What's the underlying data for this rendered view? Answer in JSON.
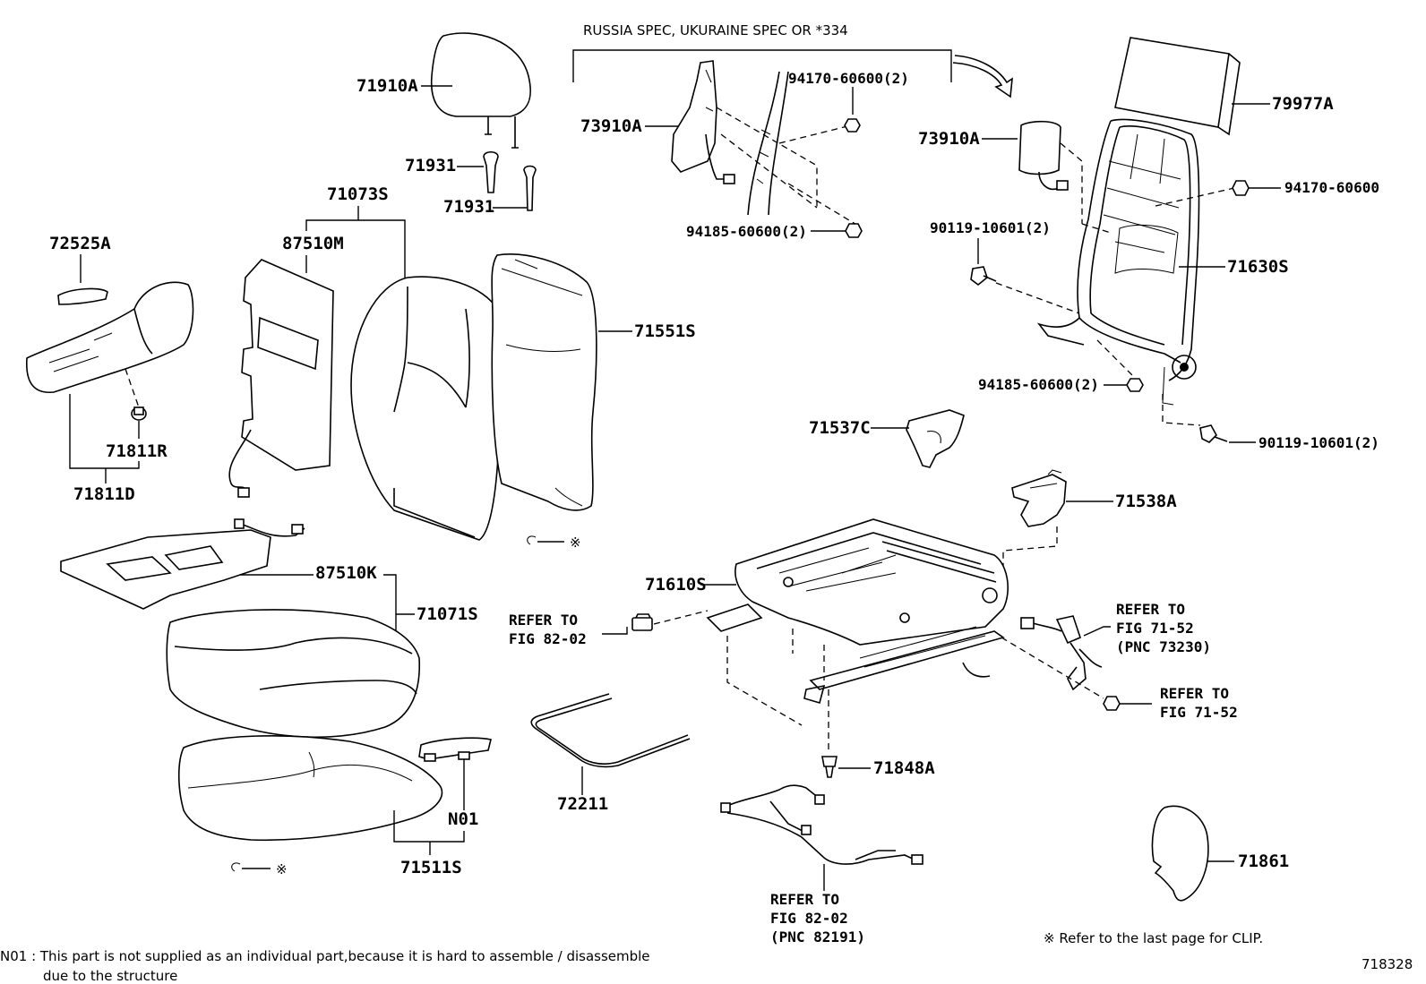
{
  "header": {
    "spec_note": "RUSSIA SPEC, UKURAINE SPEC OR *334"
  },
  "parts": {
    "p71910A": "71910A",
    "p71931a": "71931",
    "p71931b": "71931",
    "p71073S": "71073S",
    "p87510M": "87510M",
    "p72525A": "72525A",
    "p71811R": "71811R",
    "p71811D": "71811D",
    "p71551S": "71551S",
    "p73910A_left": "73910A",
    "p94170_60600_2": "94170-60600(2)",
    "p94185_60600_2_top": "94185-60600(2)",
    "p73910A_right": "73910A",
    "p79977A": "79977A",
    "p94170_60600": "94170-60600",
    "p90119_10601_2_top": "90119-10601(2)",
    "p71630S": "71630S",
    "p94185_60600_2_right": "94185-60600(2)",
    "p71537C": "71537C",
    "p90119_10601_2_bottom": "90119-10601(2)",
    "p71538A": "71538A",
    "p71610S": "71610S",
    "p87510K": "87510K",
    "p71071S": "71071S",
    "pN01": "N01",
    "p71511S": "71511S",
    "p72211": "72211",
    "p71848A": "71848A",
    "p71861": "71861"
  },
  "refs": {
    "fig8202_left_1": "REFER TO",
    "fig8202_left_2": "FIG 82-02",
    "fig7152_pnc_1": "REFER TO",
    "fig7152_pnc_2": "FIG 71-52",
    "fig7152_pnc_3": "(PNC 73230)",
    "fig7152_1": "REFER TO",
    "fig7152_2": "FIG 71-52",
    "fig8202_bottom_1": "REFER TO",
    "fig8202_bottom_2": "FIG 82-02",
    "fig8202_bottom_3": "(PNC 82191)"
  },
  "clip_marks": {
    "symbol": "※"
  },
  "footer": {
    "clip_note": "※  Refer to the last page for CLIP.",
    "n01_note_line1": "N01 : This part is not supplied as an individual part,because it is hard to assemble / disassemble",
    "n01_note_line2": "due to the structure",
    "figure_number": "718328"
  }
}
